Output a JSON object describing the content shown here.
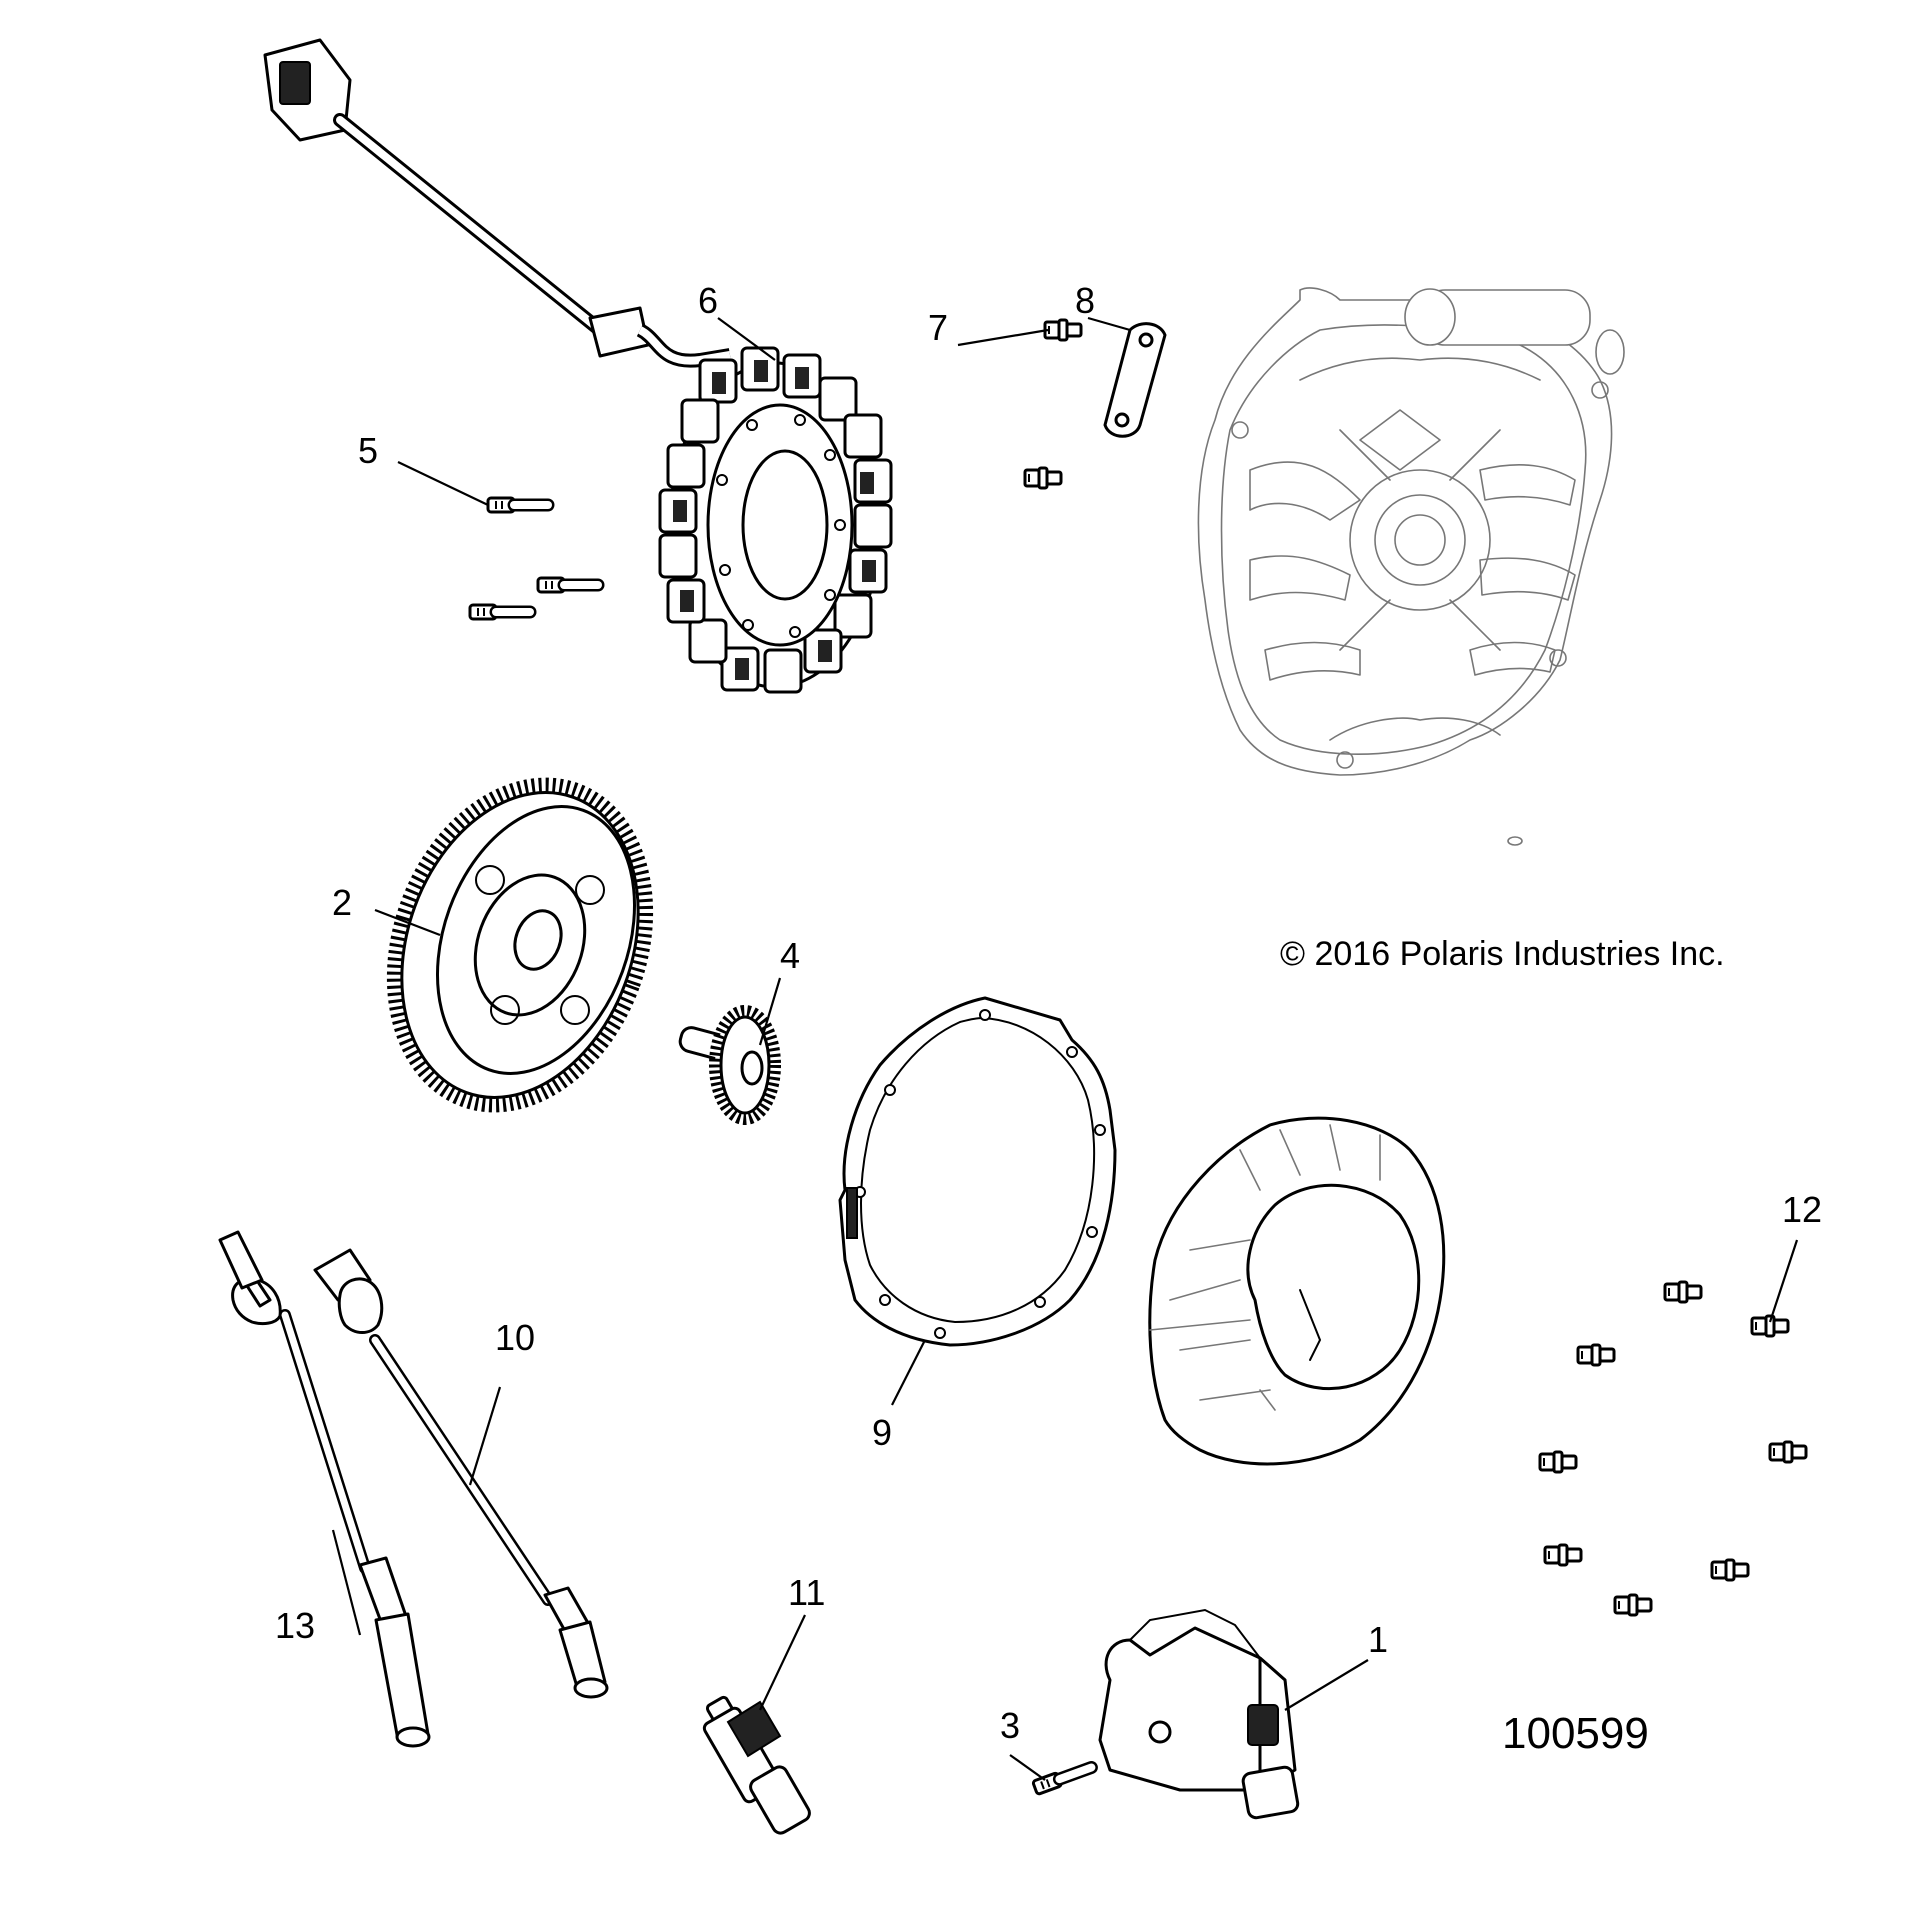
{
  "copyright": "© 2016 Polaris Industries Inc.",
  "figure_number": "100599",
  "callouts": [
    {
      "id": "1",
      "text": "1"
    },
    {
      "id": "2",
      "text": "2"
    },
    {
      "id": "3",
      "text": "3"
    },
    {
      "id": "4",
      "text": "4"
    },
    {
      "id": "5",
      "text": "5"
    },
    {
      "id": "6",
      "text": "6"
    },
    {
      "id": "7",
      "text": "7"
    },
    {
      "id": "8",
      "text": "8"
    },
    {
      "id": "9",
      "text": "9"
    },
    {
      "id": "10",
      "text": "10"
    },
    {
      "id": "11",
      "text": "11"
    },
    {
      "id": "12",
      "text": "12"
    },
    {
      "id": "13",
      "text": "13"
    }
  ]
}
